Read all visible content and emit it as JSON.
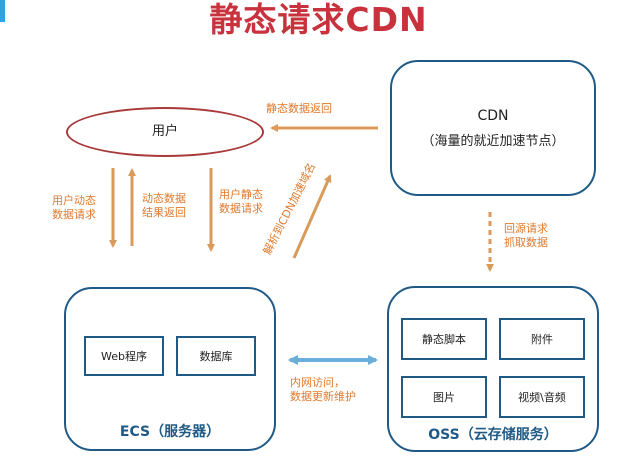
{
  "title": "静态请求CDN",
  "colors": {
    "title": "#c8323c",
    "box_border": "#1f5a87",
    "arrow": "#d99a5a",
    "note": "#e07a2d",
    "bidir_arrow": "#6aaedc"
  },
  "user": {
    "label": "用户"
  },
  "cdn": {
    "title": "CDN",
    "subtitle": "（海量的就近加速节点）"
  },
  "ecs": {
    "label": "ECS（服务器）",
    "items": [
      "Web程序",
      "数据库"
    ]
  },
  "oss": {
    "label": "OSS（云存储服务）",
    "items": [
      "静态脚本",
      "附件",
      "图片",
      "视频\\音频"
    ]
  },
  "notes": {
    "static_return": "静态数据返回",
    "user_dynamic_1": "用户动态",
    "user_dynamic_2": "数据请求",
    "dynamic_result_1": "动态数据",
    "dynamic_result_2": "结果返回",
    "user_static_1": "用户静态",
    "user_static_2": "数据请求",
    "resolve_cdn": "解析到CDN加速域名",
    "origin_1": "回源请求",
    "origin_2": "抓取数据",
    "intranet_1": "内网访问，",
    "intranet_2": "数据更新维护"
  }
}
